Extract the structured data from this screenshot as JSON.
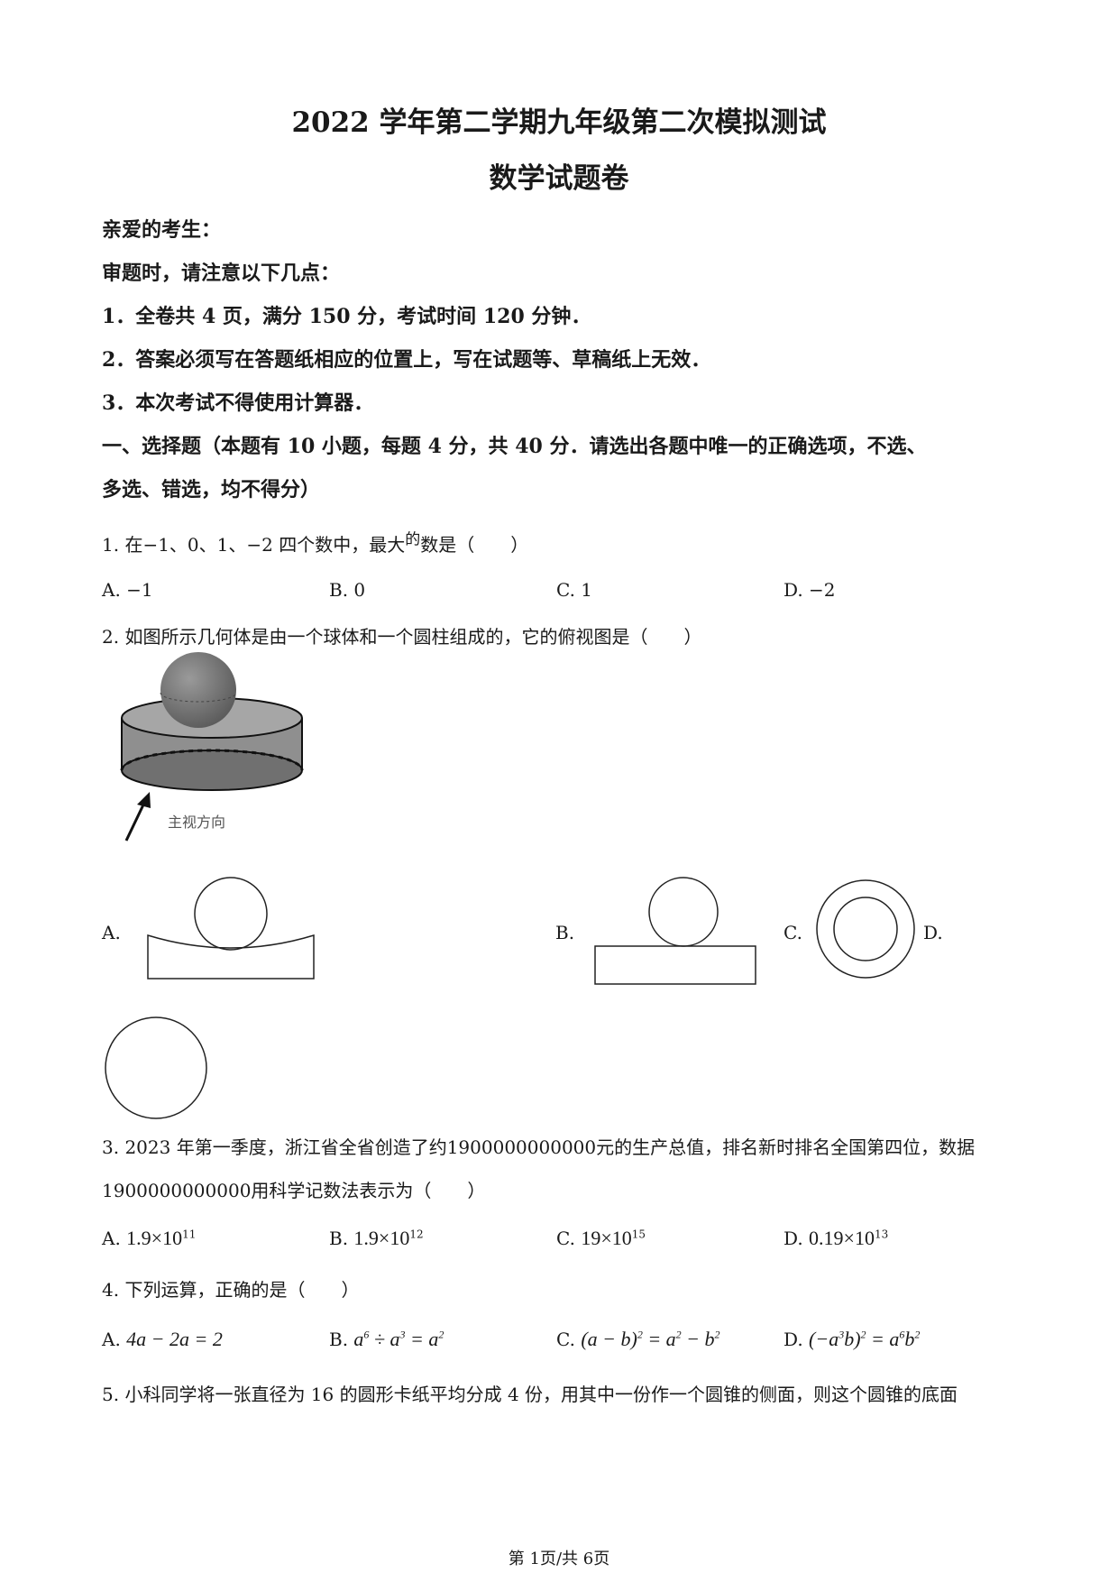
{
  "header": {
    "title": "2022 学年第二学期九年级第二次模拟测试",
    "subtitle": "数学试题卷"
  },
  "notice": {
    "greeting": "亲爱的考生：",
    "intro": "审题时，请注意以下几点：",
    "items": [
      "1．全卷共 4 页，满分 150 分，考试时间 120 分钟．",
      "2．答案必须写在答题纸相应的位置上，写在试题等、草稿纸上无效．",
      "3．本次考试不得使用计算器．"
    ]
  },
  "section": {
    "line1": "一、选择题（本题有 10 小题，每题 4 分，共 40 分．请选出各题中唯一的正确选项，不选、",
    "line2": "多选、错选，均不得分）"
  },
  "questions": {
    "q1": {
      "stem_a": "1. 在−1、0、1、−2 四个数中，最大",
      "stem_sup": "的",
      "stem_b": "数是（　　）",
      "options": [
        "A. −1",
        "B. 0",
        "C. 1",
        "D. −2"
      ]
    },
    "q2": {
      "stem": "2. 如图所示几何体是由一个球体和一个圆柱组成的，它的俯视图是（　　）",
      "figure_label": "主视方向",
      "options": [
        "A.",
        "B.",
        "C.",
        "D."
      ]
    },
    "q3": {
      "stem_line1": "3. 2023 年第一季度，浙江省全省创造了约1900000000000元的生产总值，排名新时排名全国第四位，数据",
      "stem_line2": "1900000000000用科学记数法表示为（　　）",
      "option_letters": [
        "A.",
        "B.",
        "C.",
        "D."
      ],
      "option_bases": [
        "1.9×10",
        "1.9×10",
        "19×10",
        "0.19×10"
      ],
      "option_exponents": [
        "11",
        "12",
        "15",
        "13"
      ]
    },
    "q4": {
      "stem": "4. 下列运算，正确的是（　　）",
      "option_letters": [
        "A.",
        "B.",
        "C.",
        "D."
      ],
      "option_a": "4a − 2a = 2",
      "option_b_parts": [
        "a",
        "6",
        " ÷ a",
        "3",
        " = a",
        "2"
      ],
      "option_c_parts": [
        "(a − b)",
        "2",
        " = a",
        "2",
        " − b",
        "2"
      ],
      "option_d_parts": [
        "(−a",
        "3",
        "b)",
        "2",
        " = a",
        "6",
        "b",
        "2"
      ]
    },
    "q5": {
      "stem": "5. 小科同学将一张直径为 16 的圆形卡纸平均分成 4 份，用其中一份作一个圆锥的侧面，则这个圆锥的底面"
    }
  },
  "footer": {
    "page_text": "第 1页/共 6页"
  }
}
